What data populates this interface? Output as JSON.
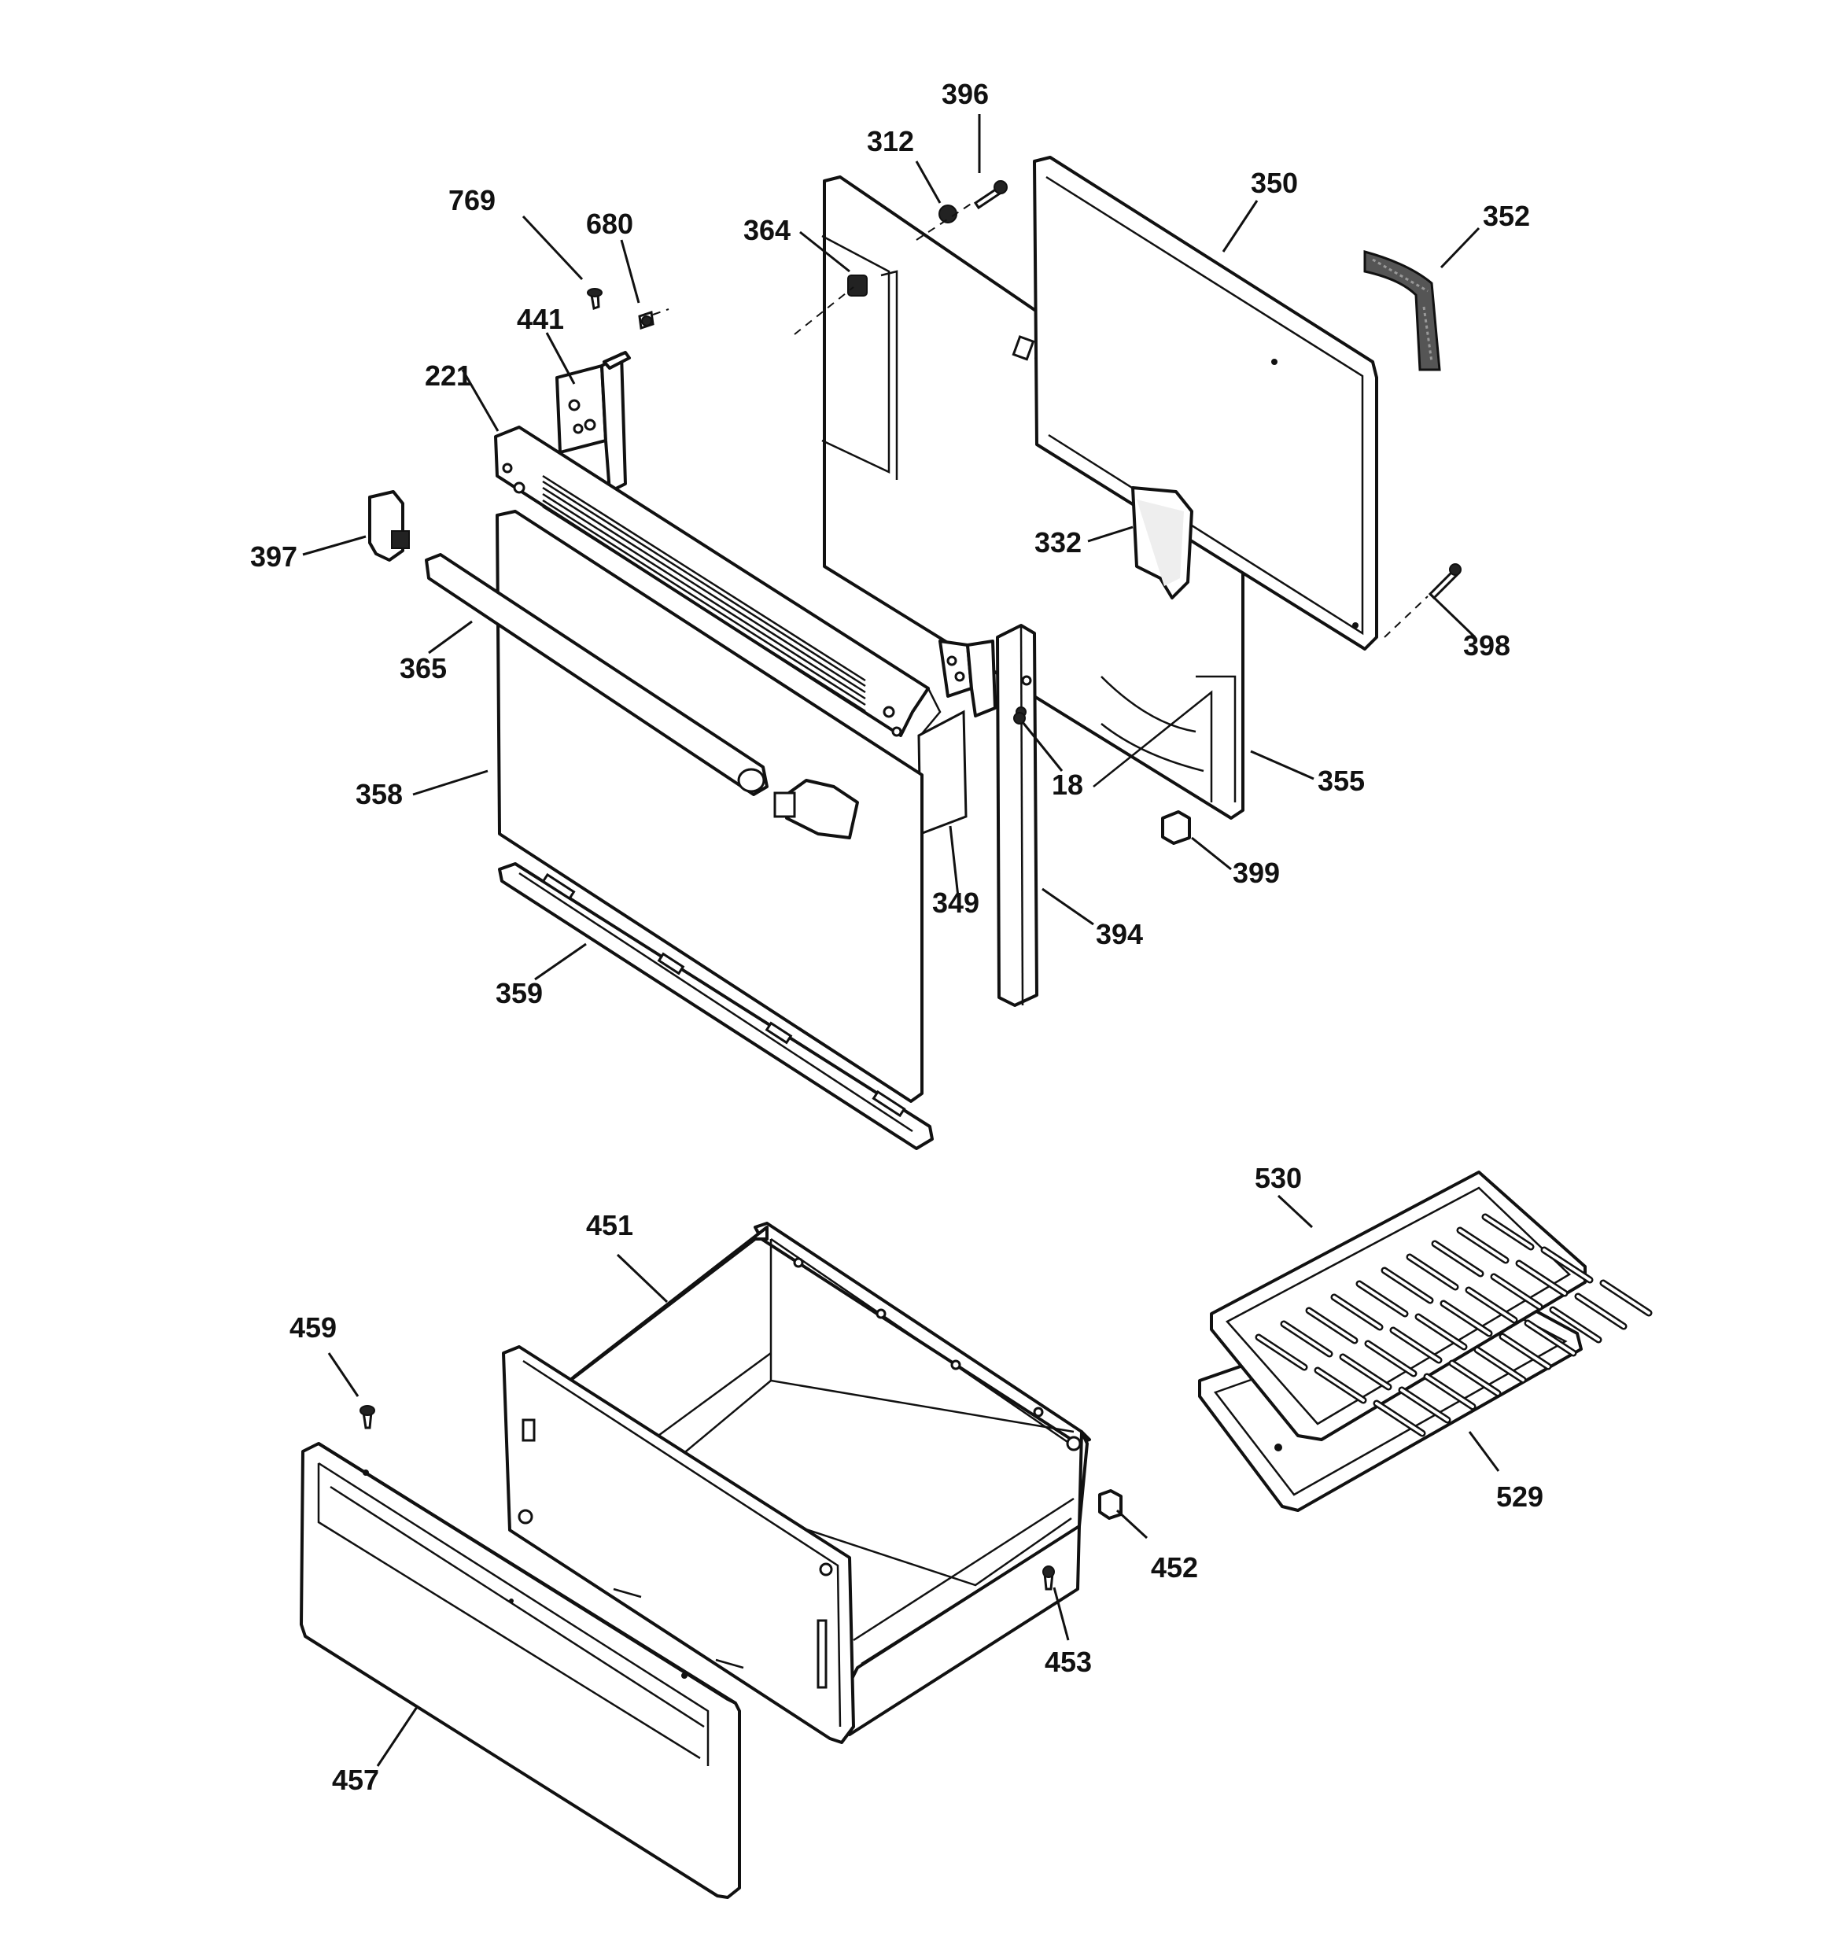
{
  "diagram": {
    "callouts": {
      "p396": "396",
      "p312": "312",
      "p769": "769",
      "p680": "680",
      "p364": "364",
      "p350": "350",
      "p352": "352",
      "p441": "441",
      "p221": "221",
      "p397": "397",
      "p332": "332",
      "p398": "398",
      "p365": "365",
      "p358": "358",
      "p18": "18",
      "p355": "355",
      "p399": "399",
      "p349": "349",
      "p394": "394",
      "p359": "359",
      "p530": "530",
      "p451": "451",
      "p459": "459",
      "p529": "529",
      "p452": "452",
      "p453": "453",
      "p457": "457"
    }
  }
}
